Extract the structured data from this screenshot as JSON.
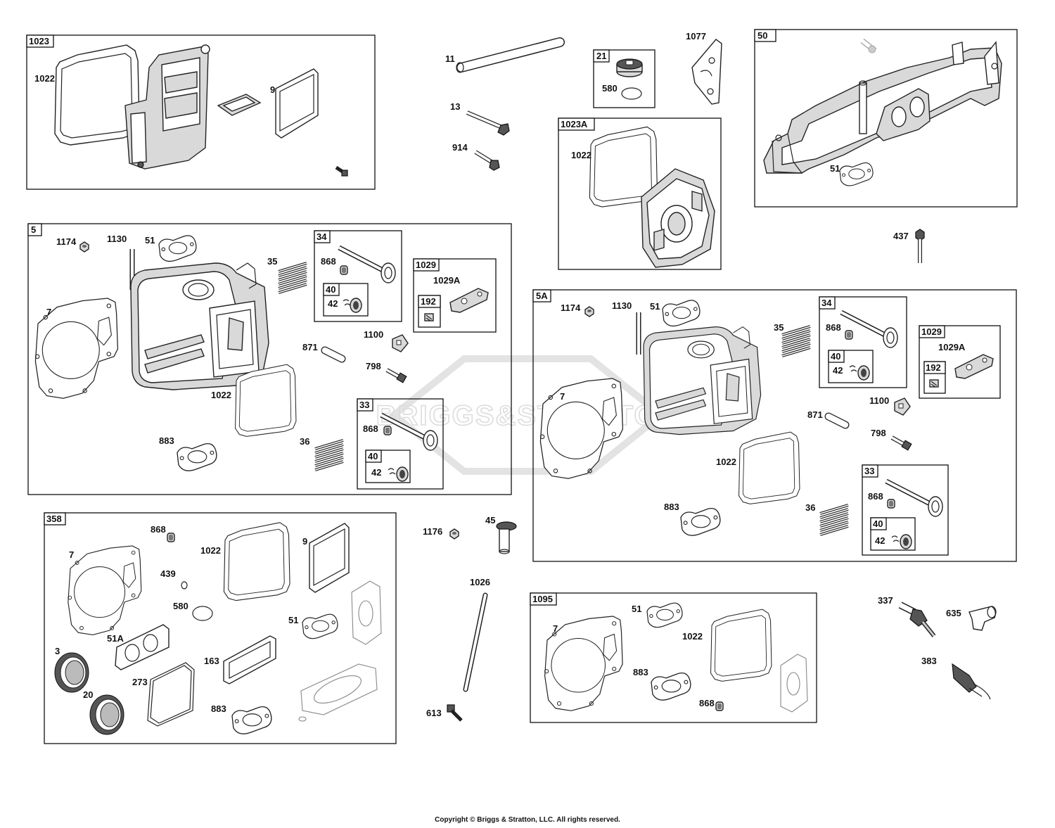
{
  "watermark": "BRIGGS&STRATTON",
  "copyright": "Copyright © Briggs & Stratton, LLC. All rights reserved.",
  "group_tags": {
    "g1023": "1023",
    "g50": "50",
    "g21": "21",
    "g1023a": "1023A",
    "g5": "5",
    "g34a": "34",
    "g40a": "40",
    "g1029a": "1029",
    "g192a": "192",
    "g33a": "33",
    "g40b": "40",
    "g5a": "5A",
    "g34b": "34",
    "g40c": "40",
    "g1029b": "1029",
    "g192b": "192",
    "g33b": "33",
    "g40d": "40",
    "g358": "358",
    "g1095": "1095"
  },
  "labels": {
    "l1022_a": "1022",
    "l9_a": "9",
    "l11": "11",
    "l13": "13",
    "l914": "914",
    "l580_a": "580",
    "l1077": "1077",
    "l1022_b": "1022",
    "l51_a": "51",
    "l437": "437",
    "l1174_a": "1174",
    "l1130_a": "1130",
    "l51_b": "51",
    "l7_a": "7",
    "l35_a": "35",
    "l868_a": "868",
    "l42_a": "42",
    "l1029a_a": "1029A",
    "l1100_a": "1100",
    "l871_a": "871",
    "l798_a": "798",
    "l1022_c": "1022",
    "l868_b": "868",
    "l42_b": "42",
    "l883_a": "883",
    "l36_a": "36",
    "l1174_b": "1174",
    "l1130_b": "1130",
    "l51_c": "51",
    "l35_b": "35",
    "l868_c": "868",
    "l42_c": "42",
    "l1029a_b": "1029A",
    "l7_b": "7",
    "l1100_b": "1100",
    "l871_b": "871",
    "l798_b": "798",
    "l1022_d": "1022",
    "l868_d": "868",
    "l42_d": "42",
    "l883_b": "883",
    "l36_b": "36",
    "l868_e": "868",
    "l1022_e": "1022",
    "l9_b": "9",
    "l7_c": "7",
    "l439": "439",
    "l580_b": "580",
    "l51_d": "51",
    "l51A": "51A",
    "l3": "3",
    "l163": "163",
    "l273": "273",
    "l20": "20",
    "l883_c": "883",
    "l1176": "1176",
    "l45": "45",
    "l1026": "1026",
    "l613": "613",
    "l7_d": "7",
    "l51_e": "51",
    "l1022_f": "1022",
    "l883_d": "883",
    "l868_f": "868",
    "l337": "337",
    "l635": "635",
    "l383": "383"
  }
}
